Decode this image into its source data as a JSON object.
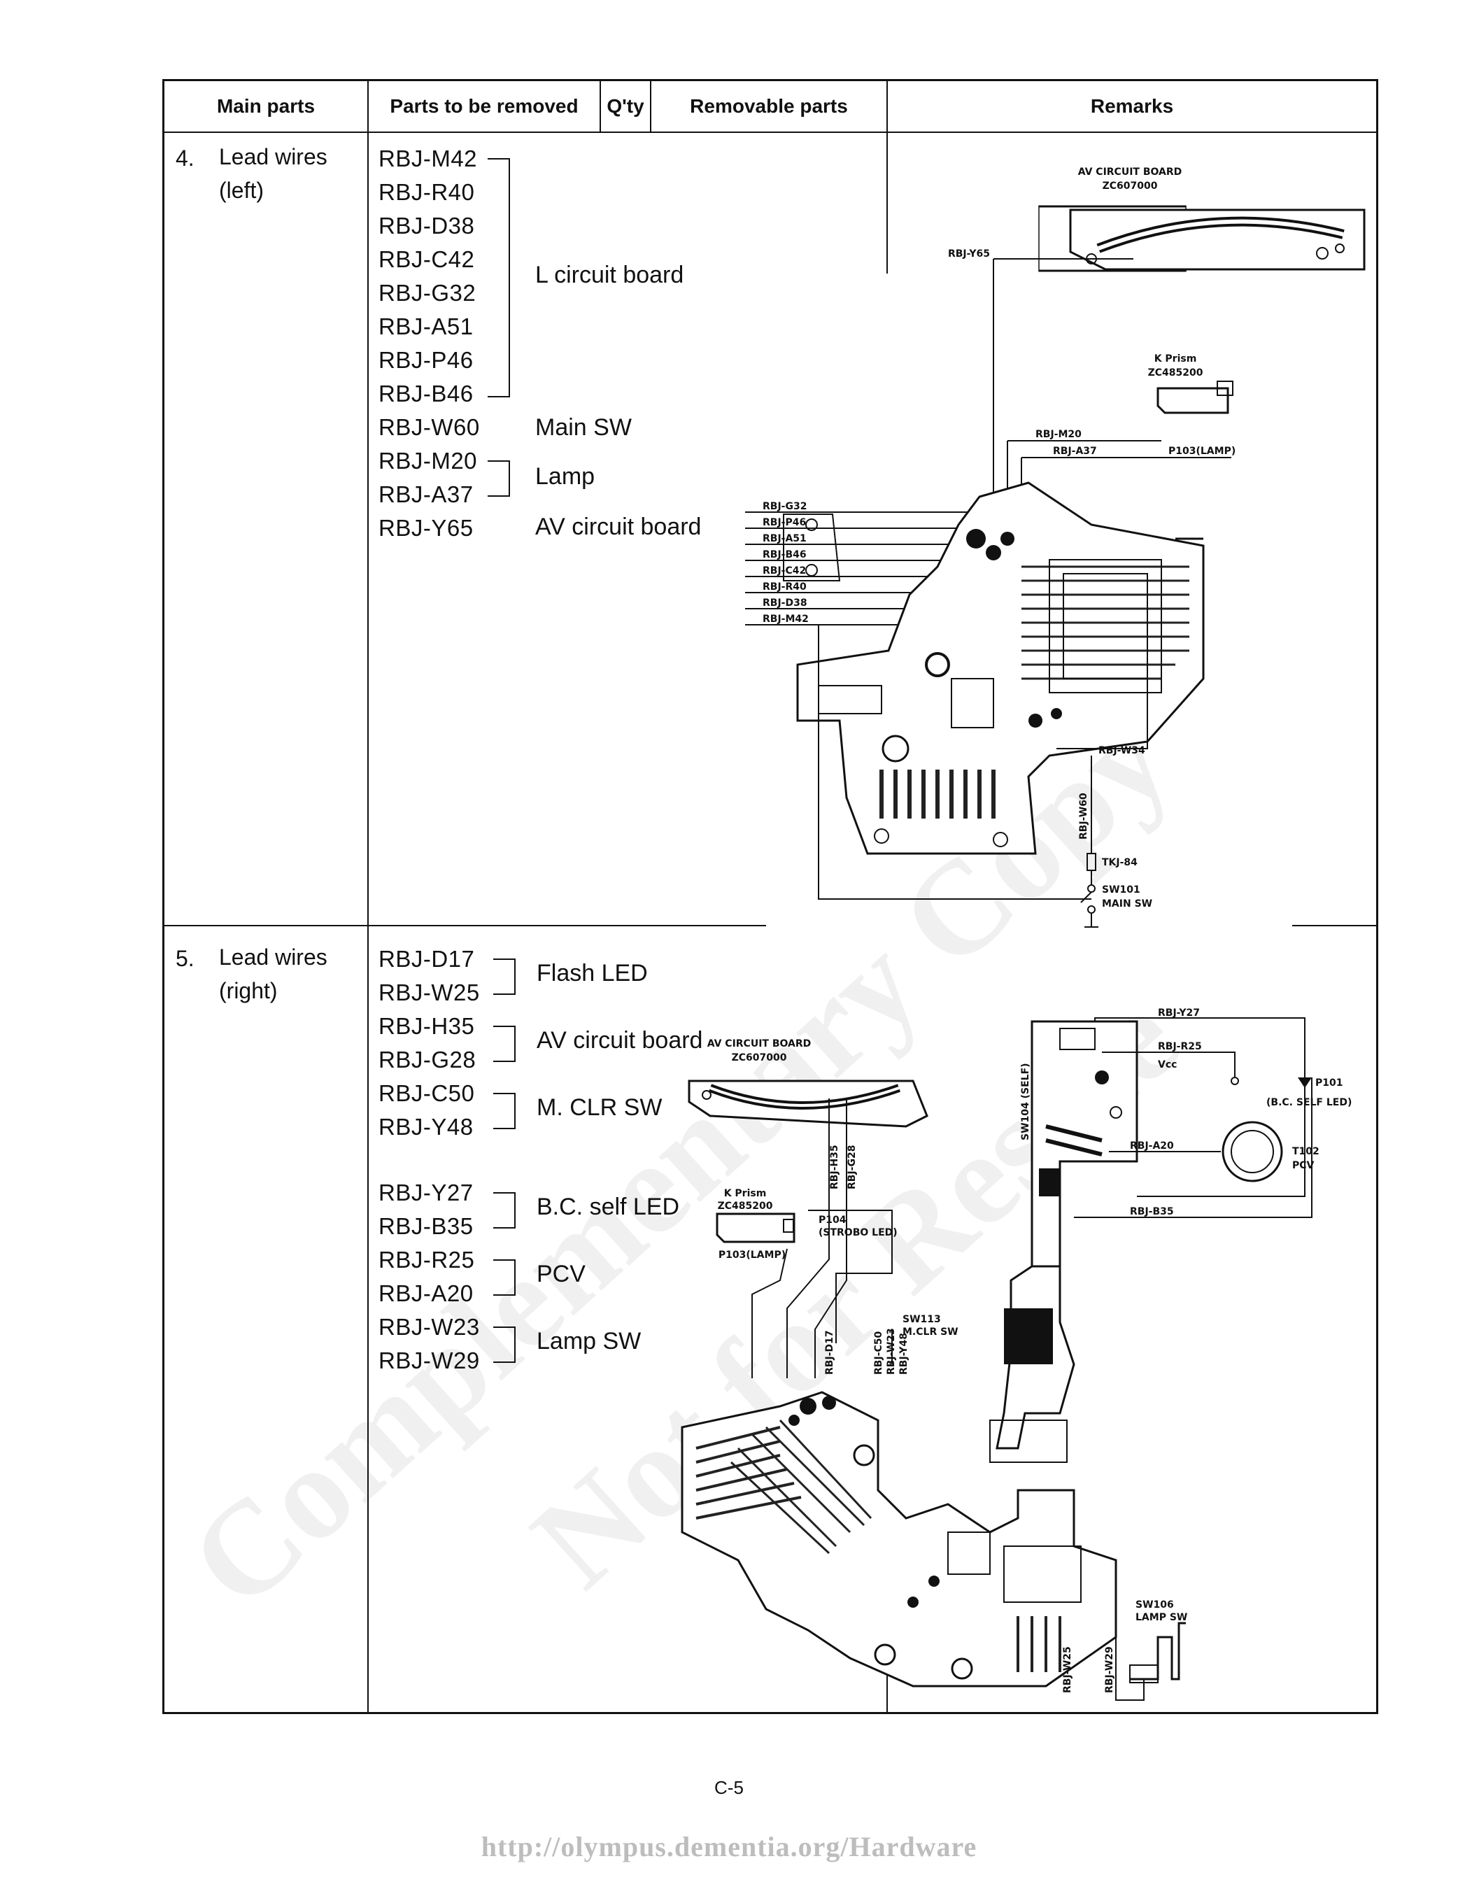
{
  "headers": {
    "main_parts": "Main parts",
    "parts_removed": "Parts to be removed",
    "qty": "Q'ty",
    "removable": "Removable parts",
    "remarks": "Remarks"
  },
  "item4": {
    "number": "4.",
    "name_line1": "Lead wires",
    "name_line2": "(left)",
    "parts": [
      "RBJ-M42",
      "RBJ-R40",
      "RBJ-D38",
      "RBJ-C42",
      "RBJ-G32",
      "RBJ-A51",
      "RBJ-P46",
      "RBJ-B46",
      "RBJ-W60",
      "RBJ-M20",
      "RBJ-A37",
      "RBJ-Y65"
    ],
    "groups": [
      "L circuit board",
      "Main SW",
      "Lamp",
      "AV circuit board"
    ]
  },
  "item5": {
    "number": "5.",
    "name_line1": "Lead wires",
    "name_line2": "(right)",
    "parts": [
      "RBJ-D17",
      "RBJ-W25",
      "RBJ-H35",
      "RBJ-G28",
      "RBJ-C50",
      "RBJ-Y48",
      "RBJ-Y27",
      "RBJ-B35",
      "RBJ-R25",
      "RBJ-A20",
      "RBJ-W23",
      "RBJ-W29"
    ],
    "groups": [
      "Flash LED",
      "AV circuit board",
      "M. CLR SW",
      "B.C. self LED",
      "PCV",
      "Lamp SW"
    ]
  },
  "diagram1": {
    "av_board": "AV CIRCUIT BOARD",
    "av_code": "ZC607000",
    "y65": "RBJ-Y65",
    "k_prism": "K Prism",
    "k_code": "ZC485200",
    "m20": "RBJ-M20",
    "a37": "RBJ-A37",
    "p103": "P103(LAMP)",
    "wires": [
      "RBJ-G32",
      "RBJ-P46",
      "RBJ-A51",
      "RBJ-B46",
      "RBJ-C42",
      "RBJ-R40",
      "RBJ-D38",
      "RBJ-M42"
    ],
    "w34": "RBJ-W34",
    "w60": "RBJ-W60",
    "tkj": "TKJ-84",
    "sw101": "SW101",
    "main_sw": "MAIN SW"
  },
  "diagram2": {
    "av_board": "AV CIRCUIT BOARD",
    "av_code": "ZC607000",
    "k_prism": "K Prism",
    "k_code": "ZC485200",
    "p104": "P104",
    "strobo": "(STROBO LED)",
    "p103": "P103(LAMP)",
    "h35": "RBJ-H35",
    "g28": "RBJ-G28",
    "y27": "RBJ-Y27",
    "r25": "RBJ-R25",
    "vcc": "Vcc",
    "p101": "P101",
    "bc_self": "(B.C. SELF LED)",
    "a20": "RBJ-A20",
    "t102": "T102",
    "pcv": "PCV",
    "b35": "RBJ-B35",
    "sw104": "SW104 (SELF)",
    "sw113": "SW113",
    "mclr": "M.CLR SW",
    "d17": "RBJ-D17",
    "c50": "RBJ-C50",
    "w23": "RBJ-W23",
    "y48": "RBJ-Y48",
    "sw106": "SW106",
    "lamp_sw": "LAMP SW",
    "w29": "RBJ-W29",
    "w25": "RBJ-W25"
  },
  "footer": {
    "page": "C-5",
    "url": "http://olympus.dementia.org/Hardware"
  },
  "watermark": {
    "line1": "Complementary Copy",
    "line2": "Not for Resale"
  }
}
